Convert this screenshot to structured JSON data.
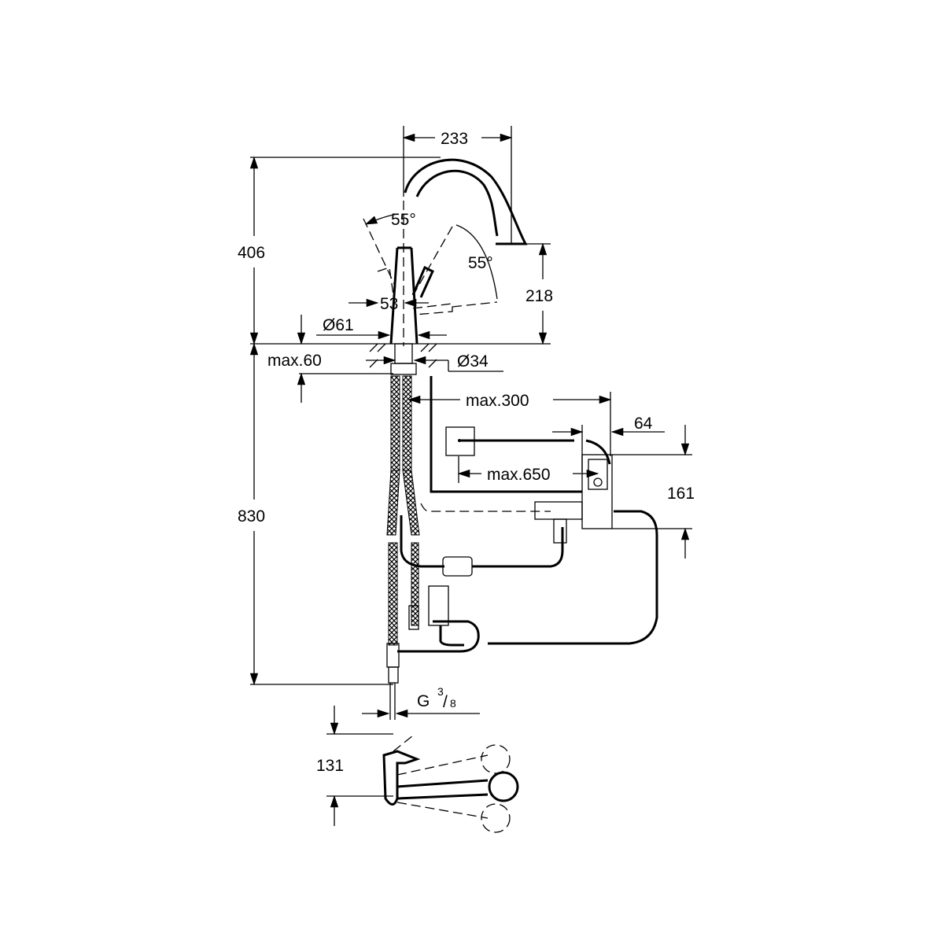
{
  "drawing": {
    "dimensions": {
      "spout_reach": "233",
      "total_height": "406",
      "handle_angle_left": "55°",
      "handle_angle_right": "55°",
      "spout_height": "218",
      "body_width": "53",
      "base_diameter": "Ø61",
      "max_counter_thickness": "max.60",
      "hole_diameter": "Ø34",
      "max_distance_controller": "max.300",
      "controller_depth": "64",
      "max_sensor_cable": "max.650",
      "controller_height": "161",
      "hose_length": "830",
      "thread_main": "G",
      "thread_num": "3",
      "thread_den": "8",
      "plan_height": "131"
    },
    "colors": {
      "line": "#000000",
      "background": "#ffffff"
    }
  }
}
